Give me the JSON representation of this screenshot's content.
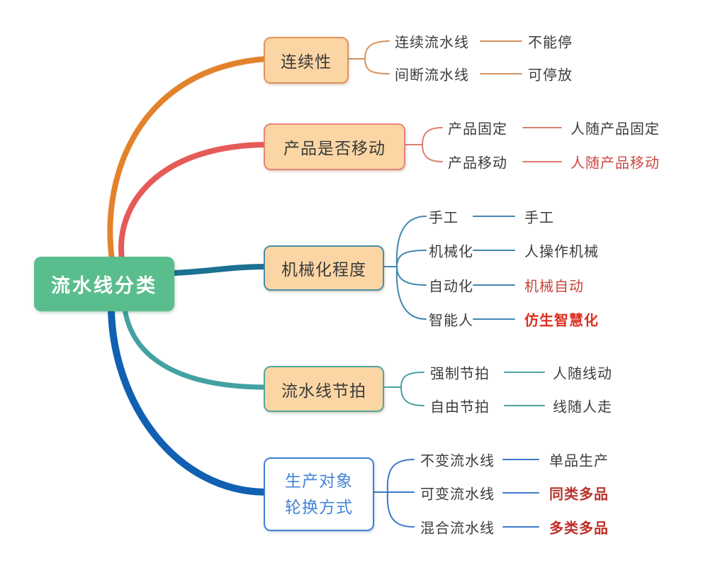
{
  "root": {
    "label": "流水线分类",
    "fill": "#5ABD8D",
    "text_color": "#FFFFFF"
  },
  "canvas": {
    "background": "#FFFFFF",
    "default_text_color": "#3C3C3C",
    "topic_fill": "#FBD6A4"
  },
  "branches": [
    {
      "label": "连续性",
      "color": "#E2832C",
      "border_color": "#E2925C",
      "connector_color": "#D9925B",
      "children": [
        {
          "label": "连续流水线",
          "value": "不能停"
        },
        {
          "label": "间断流水线",
          "value": "可停放"
        }
      ]
    },
    {
      "label": "产品是否移动",
      "color": "#E55B58",
      "border_color": "#E8837A",
      "connector_color": "#DF7C70",
      "children": [
        {
          "label": "产品固定",
          "value": "人随产品固定"
        },
        {
          "label": "产品移动",
          "value": "人随产品移动",
          "value_color": "#CC4840"
        }
      ]
    },
    {
      "label": "机械化程度",
      "color": "#1C7092",
      "border_color": "#4A8FA4",
      "connector_color": "#4187B0",
      "children": [
        {
          "label": "手工",
          "value": "手工"
        },
        {
          "label": "机械化",
          "value": "人操作机械"
        },
        {
          "label": "自动化",
          "value": "机械自动",
          "value_color": "#C7443B"
        },
        {
          "label": "智能人",
          "value": "仿生智慧化",
          "value_color": "#DD2D1F"
        }
      ]
    },
    {
      "label": "流水线节拍",
      "color": "#43A1A1",
      "border_color": "#54A79F",
      "connector_color": "#4AA2A0",
      "children": [
        {
          "label": "强制节拍",
          "value": "人随线动"
        },
        {
          "label": "自由节拍",
          "value": "线随人走"
        }
      ]
    },
    {
      "label": "生产对象轮换方式",
      "label_lines": [
        "生产对象",
        "轮换方式"
      ],
      "color": "#1160B2",
      "border_color": "#3D7FD3",
      "connector_color": "#3B79CC",
      "text_color": "#4285D7",
      "children": [
        {
          "label": "不变流水线",
          "value": "单品生产"
        },
        {
          "label": "可变流水线",
          "value": "同类多品",
          "value_color": "#B7342E"
        },
        {
          "label": "混合流水线",
          "value": "多类多品",
          "value_color": "#BE2F27"
        }
      ]
    }
  ]
}
